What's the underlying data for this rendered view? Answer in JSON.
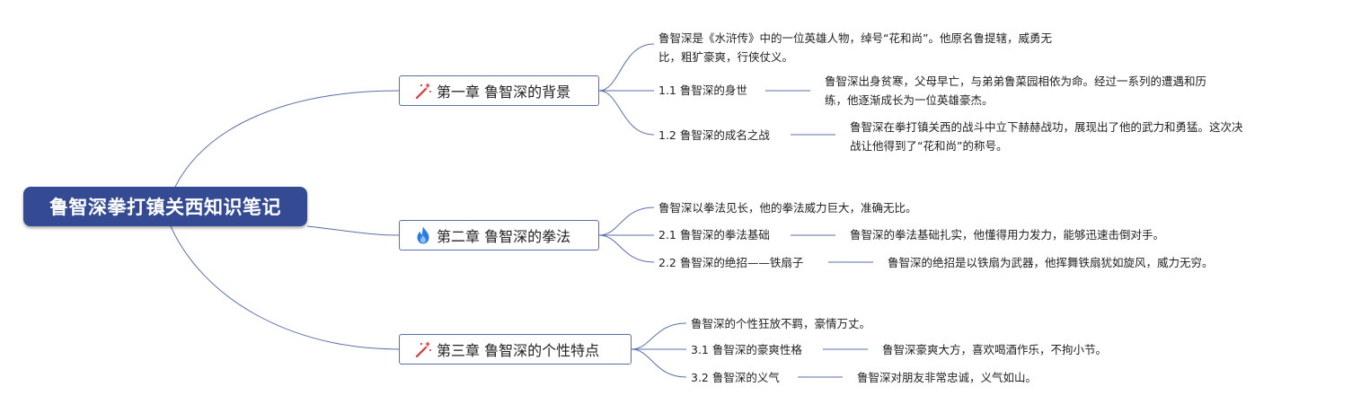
{
  "root": {
    "title": "鲁智深拳打镇关西知识笔记"
  },
  "chapters": [
    {
      "title": "第一章 鲁智深的背景",
      "icon": "magic-wand-icon",
      "summary": [
        "鲁智深是《水浒传》中的一位英雄人物，绰号“花和尚”。他原名鲁提辖，威勇无",
        "比，粗犷豪爽，行侠仗义。"
      ],
      "subs": [
        {
          "title": "1.1 鲁智深的身世",
          "detail": [
            "鲁智深出身贫寒，父母早亡，与弟弟鲁菜园相依为命。经过一系列的遭遇和历",
            "练，他逐渐成长为一位英雄豪杰。"
          ]
        },
        {
          "title": "1.2 鲁智深的成名之战",
          "detail": [
            "鲁智深在拳打镇关西的战斗中立下赫赫战功，展现出了他的武力和勇猛。这次决",
            "战让他得到了“花和尚”的称号。"
          ]
        }
      ]
    },
    {
      "title": "第二章 鲁智深的拳法",
      "icon": "fire-icon",
      "summary": [
        "鲁智深以拳法见长，他的拳法威力巨大，准确无比。"
      ],
      "subs": [
        {
          "title": "2.1 鲁智深的拳法基础",
          "detail": [
            "鲁智深的拳法基础扎实，他懂得用力发力，能够迅速击倒对手。"
          ]
        },
        {
          "title": "2.2 鲁智深的绝招——铁扇子",
          "detail": [
            "鲁智深的绝招是以铁扇为武器，他挥舞铁扇犹如旋风，威力无穷。"
          ]
        }
      ]
    },
    {
      "title": "第三章 鲁智深的个性特点",
      "icon": "magic-wand-icon",
      "summary": [
        "鲁智深的个性狂放不羁，豪情万丈。"
      ],
      "subs": [
        {
          "title": "3.1 鲁智深的豪爽性格",
          "detail": [
            "鲁智深豪爽大方，喜欢喝酒作乐，不拘小节。"
          ]
        },
        {
          "title": "3.2 鲁智深的义气",
          "detail": [
            "鲁智深对朋友非常忠诚，义气如山。"
          ]
        }
      ]
    }
  ],
  "colors": {
    "root_bg": "#344b94",
    "line": "#5a6fa8",
    "wand_red": "#d9363e",
    "fire_blue": "#2a7be4"
  }
}
